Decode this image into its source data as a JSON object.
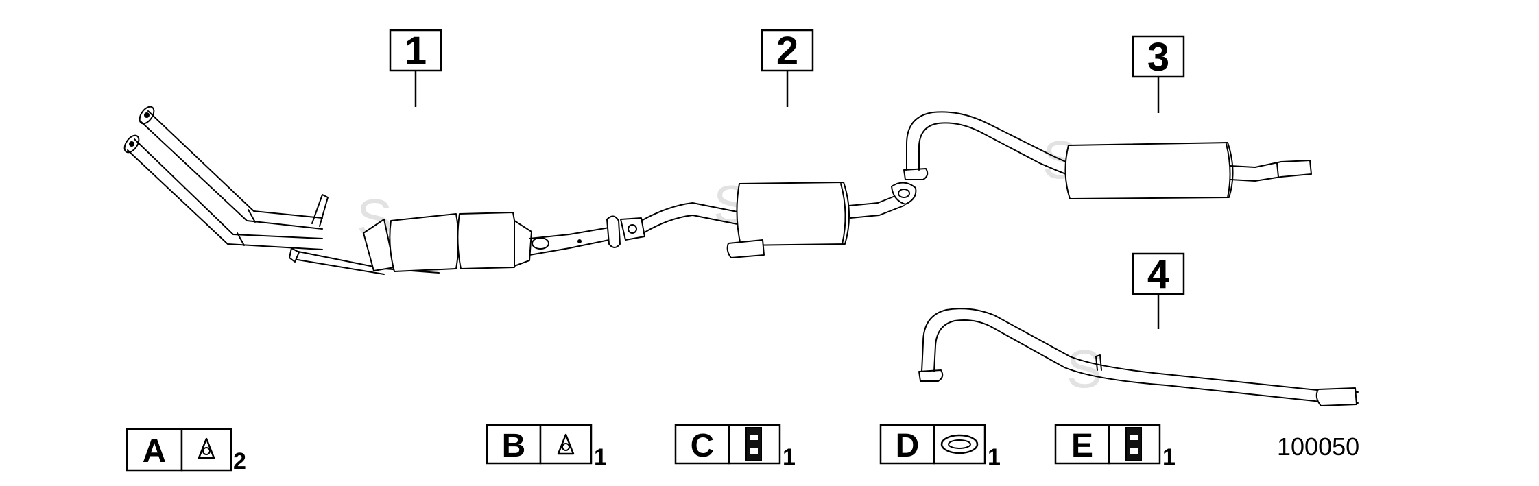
{
  "callouts": [
    {
      "label": "1"
    },
    {
      "label": "2"
    },
    {
      "label": "3"
    },
    {
      "label": "4"
    }
  ],
  "legend": [
    {
      "letter": "A",
      "qty": "2",
      "icon": "flange-gasket-icon"
    },
    {
      "letter": "B",
      "qty": "1",
      "icon": "flange-gasket-icon"
    },
    {
      "letter": "C",
      "qty": "1",
      "icon": "rubber-mount-icon"
    },
    {
      "letter": "D",
      "qty": "1",
      "icon": "ring-gasket-icon"
    },
    {
      "letter": "E",
      "qty": "1",
      "icon": "rubber-mount-icon"
    }
  ],
  "reference_number": "100050",
  "watermark": "S"
}
